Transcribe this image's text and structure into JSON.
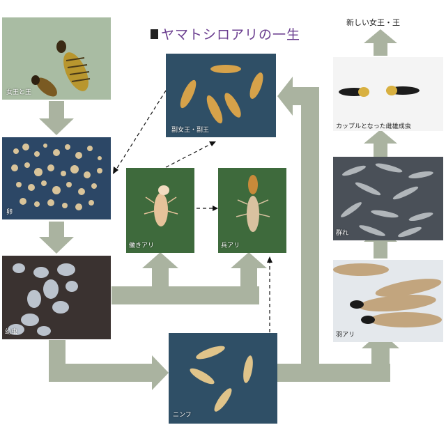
{
  "title": "ヤマトシロアリの一生",
  "top_label": "新しい女王・王",
  "panels": {
    "queen_king": "女王と王",
    "eggs": "卵",
    "larvae": "幼虫",
    "workers": "働きアリ",
    "soldiers": "兵アリ",
    "secondary": "副女王・副王",
    "nymphs": "ニンフ",
    "winged": "羽アリ",
    "swarm": "群れ",
    "couple": "カップルとなった雌雄成虫"
  },
  "colors": {
    "arrow": "#aab3a0",
    "title": "#6a3d8f",
    "panel_green": "#3e6a3c",
    "panel_blue": "#2f4f66",
    "panel_dark": "#3a3230"
  }
}
